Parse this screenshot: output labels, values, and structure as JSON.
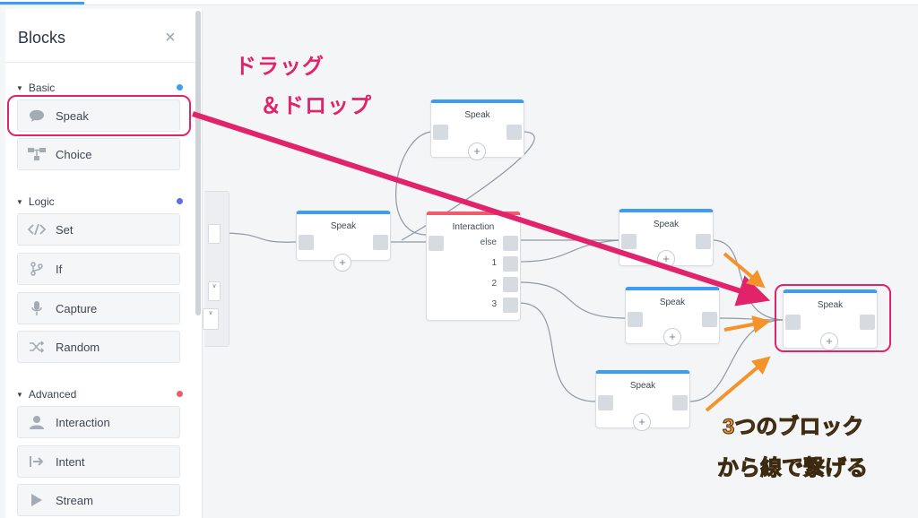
{
  "panel": {
    "title": "Blocks",
    "close_glyph": "×",
    "sections": [
      {
        "name": "Basic",
        "dot_color": "#3d9cf3"
      },
      {
        "name": "Logic",
        "dot_color": "#5b6cf0"
      },
      {
        "name": "Advanced",
        "dot_color": "#ef5a6f"
      }
    ],
    "items": {
      "speak": {
        "label": "Speak",
        "icon": "speech-bubble-icon"
      },
      "choice": {
        "label": "Choice",
        "icon": "choice-icon"
      },
      "set": {
        "label": "Set",
        "icon": "code-icon"
      },
      "if": {
        "label": "If",
        "icon": "branch-icon"
      },
      "capture": {
        "label": "Capture",
        "icon": "microphone-icon"
      },
      "random": {
        "label": "Random",
        "icon": "shuffle-icon"
      },
      "interaction": {
        "label": "Interaction",
        "icon": "user-icon"
      },
      "intent": {
        "label": "Intent",
        "icon": "intent-arrow-icon"
      },
      "stream": {
        "label": "Stream",
        "icon": "play-icon"
      }
    }
  },
  "nodes": {
    "speak_top": "Speak",
    "speak_left": "Speak",
    "interaction": "Interaction",
    "speak_r1": "Speak",
    "speak_r2": "Speak",
    "speak_r3": "Speak",
    "speak_target": "Speak",
    "plus": "+"
  },
  "interaction_outputs": [
    "else",
    "1",
    "2",
    "3"
  ],
  "annotations": {
    "drag_line1": "ドラッグ",
    "drag_line2": "＆ドロップ",
    "connect_line1": "3つのブロック",
    "connect_line2": "から線で繋げる"
  },
  "colors": {
    "accent_blue": "#3d9cf3",
    "interaction_red": "#ef5a6f",
    "annotation_pink": "#e0236b",
    "annotation_orange": "#f5932b"
  }
}
